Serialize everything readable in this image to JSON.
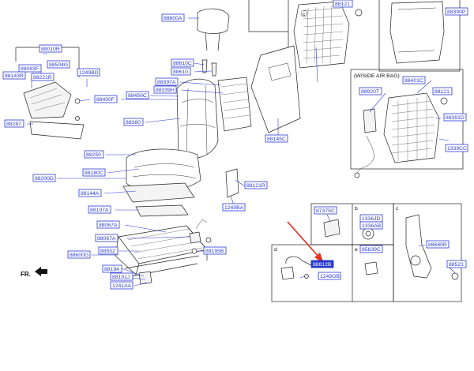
{
  "diagram": {
    "direction_label": "FR.",
    "side_air_bag_label": "(W/SIDE AIR BAG)",
    "section_labels": [
      "a",
      "b",
      "c",
      "d",
      "e",
      "c"
    ],
    "callouts": [
      "88600A",
      "88610C",
      "88610",
      "88397A",
      "88450C",
      "88339H",
      "88400F",
      "88380",
      "88145C",
      "88250",
      "88180C",
      "88200D",
      "88144A",
      "88197A",
      "88121R",
      "1249BA",
      "88010R",
      "88083F",
      "88504G",
      "88143R",
      "88221R",
      "1249BD",
      "88287",
      "88067A",
      "88067A",
      "88502",
      "88600G",
      "88194",
      "88191J",
      "1241AA",
      "88195B",
      "88121",
      "88390P",
      "88401C",
      "88920T",
      "88121",
      "88391D",
      "1339CC",
      "87375C",
      "1336JD",
      "1336AB",
      "85639C",
      "88680R",
      "88521",
      "88812B",
      "1249GB"
    ],
    "highlighted_callout": "88812B"
  }
}
